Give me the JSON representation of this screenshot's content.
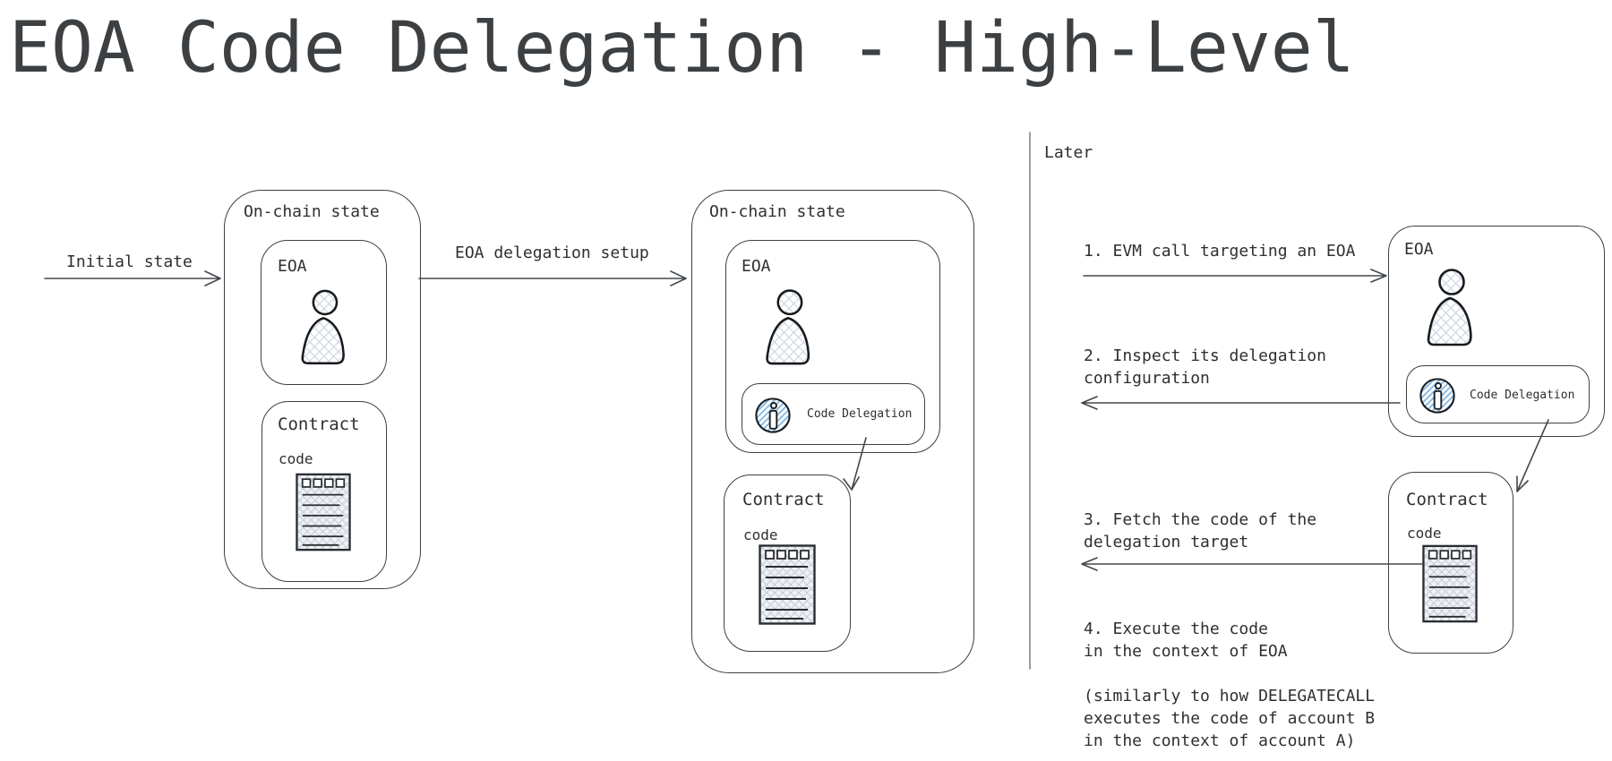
{
  "title": "EOA Code Delegation - High-Level",
  "colors": {
    "stroke": "#3b4045",
    "text": "#2e2f31",
    "accent_blue": "#77b2e4",
    "hatch_gray": "#c9d2dc"
  },
  "flow": {
    "initial_arrow_label": "Initial state",
    "setup_arrow_label": "EOA delegation setup"
  },
  "panels": {
    "initial": {
      "title": "On-chain state",
      "eoa": "EOA",
      "contract": "Contract",
      "code": "code"
    },
    "delegated": {
      "title": "On-chain state",
      "eoa": "EOA",
      "badge": "Code Delegation",
      "contract": "Contract",
      "code": "code"
    }
  },
  "later": {
    "label": "Later",
    "eoa": "EOA",
    "badge": "Code Delegation",
    "contract": "Contract",
    "code": "code",
    "steps": {
      "s1": "1. EVM call targeting an EOA",
      "s2": "2. Inspect its delegation\nconfiguration",
      "s3": "3. Fetch the code of the\ndelegation target",
      "s4": "4. Execute the code\nin the context of EOA",
      "note": "(similarly to how DELEGATECALL\nexecutes the code of account B\nin the context of account A)"
    }
  }
}
